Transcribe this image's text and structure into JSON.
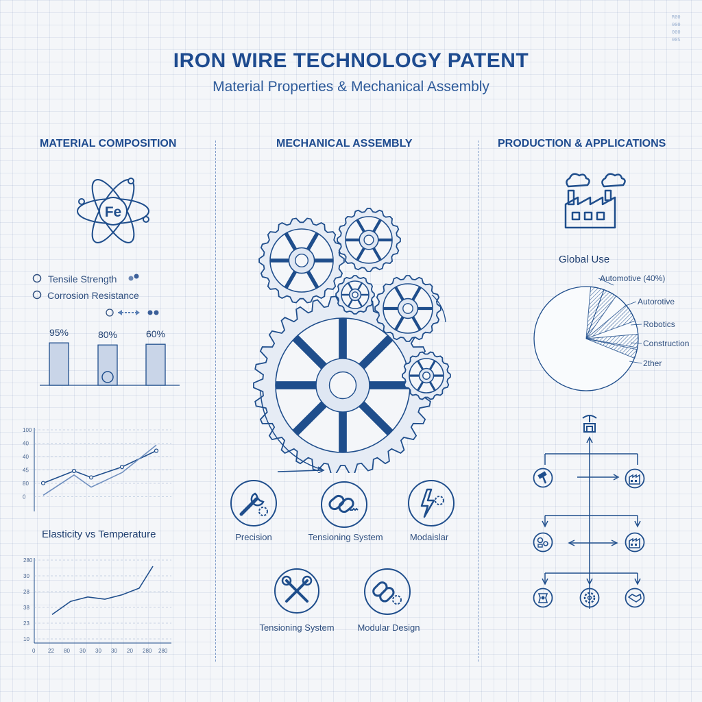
{
  "header": {
    "title": "IRON WIRE TECHNOLOGY PATENT",
    "subtitle": "Material Properties & Mechanical Assembly",
    "corner_text": "R0000000000S"
  },
  "sections": {
    "left": "MATERIAL COMPOSITION",
    "middle": "MECHANICAL ASSEMBLY",
    "right": "PRODUCTION & APPLICATIONS"
  },
  "composition": {
    "element_symbol": "Fe",
    "legend": [
      "Tensile Strength",
      "Corrosion Resistance"
    ]
  },
  "chart_data": [
    {
      "type": "bar",
      "categories": [
        "",
        "",
        ""
      ],
      "values": [
        95,
        80,
        60
      ],
      "data_labels": [
        "95%",
        "80%",
        "60%"
      ]
    },
    {
      "type": "line",
      "yticks": [
        "100",
        "40",
        "40",
        "45",
        "80",
        "0"
      ],
      "series": [
        {
          "values": [
            35,
            50,
            42,
            55,
            75
          ]
        },
        {
          "values": [
            20,
            45,
            30,
            48,
            82
          ]
        }
      ]
    },
    {
      "type": "line",
      "title": "Elasticity vs Temperature",
      "xticks": [
        "0",
        "22",
        "80",
        "30",
        "30",
        "30",
        "20",
        "280",
        "280"
      ],
      "yticks": [
        "280",
        "30",
        "28",
        "38",
        "23",
        "10"
      ],
      "series": [
        {
          "values": [
            23,
            29,
            31,
            30,
            32,
            35,
            45
          ]
        }
      ]
    },
    {
      "type": "pie",
      "title": "Global Use",
      "labels": [
        "Automotive (40%)",
        "Autorotive",
        "Robotics",
        "Construction",
        "2ther"
      ],
      "values": [
        40,
        20,
        15,
        15,
        10
      ]
    }
  ],
  "assembly": {
    "features": [
      "Precision",
      "Tensioning System",
      "Modaislar",
      "Tensioning System",
      "Modular Design"
    ],
    "icons": [
      "wrench-gear-icon",
      "chain-link-icon",
      "lightning-gear-icon",
      "wrench-screwdriver-icon",
      "chain-gear-icon"
    ]
  },
  "production": {
    "icons": [
      "factory-icon",
      "mining-icon",
      "hammer-icon",
      "factory-small-icon",
      "parts-icon",
      "factory-small-icon",
      "engine-icon",
      "gear-icon",
      "handshake-icon"
    ]
  }
}
